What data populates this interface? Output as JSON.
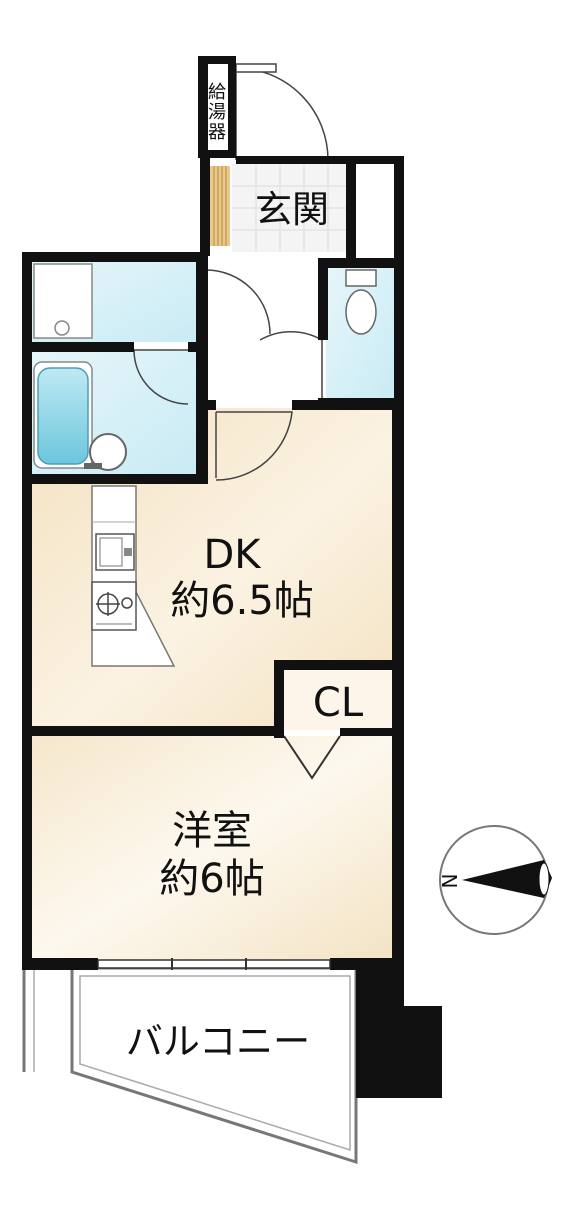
{
  "rooms": {
    "water_heater": "給湯器",
    "entrance": "玄関",
    "dk_name": "DK",
    "dk_size": "約6.5帖",
    "closet": "CL",
    "western_name": "洋室",
    "western_size": "約6帖",
    "balcony": "バルコニー"
  },
  "compass": {
    "direction_label": "N"
  },
  "colors": {
    "wall": "#111111",
    "floor_wood": "#f7ecd6",
    "floor_wood_light": "#fffaf0",
    "wet_area": "#d8f0f7",
    "tub": "#8fd4e6",
    "corridor": "#ffffff"
  }
}
